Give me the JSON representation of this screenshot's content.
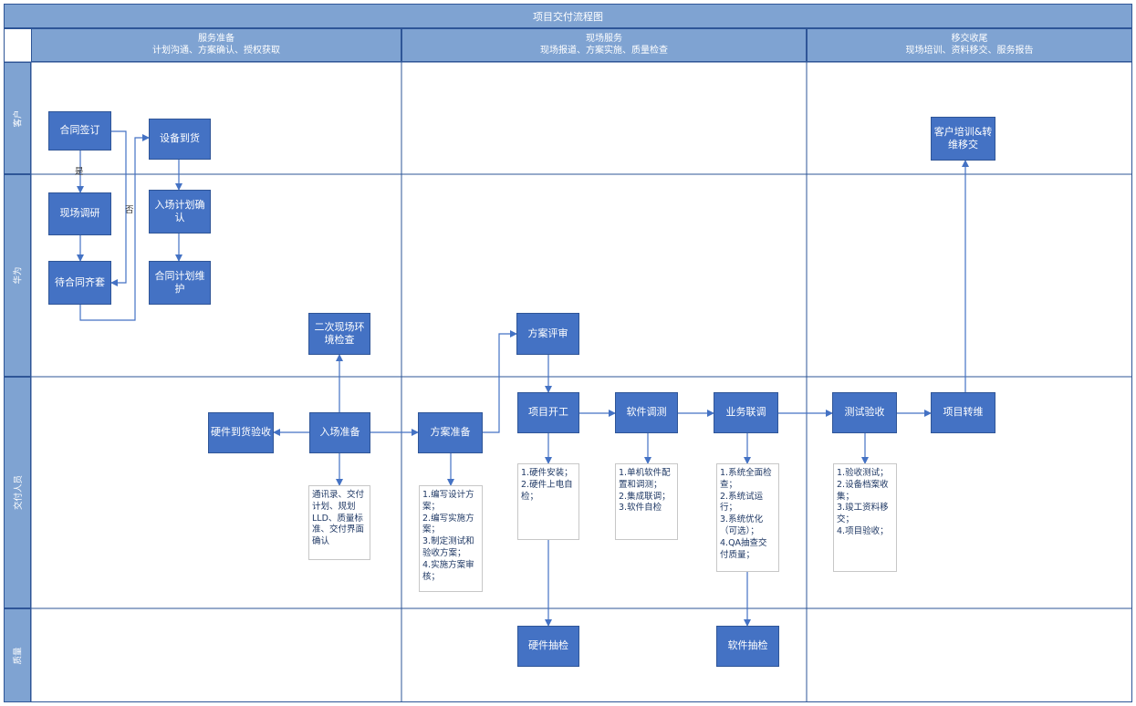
{
  "title": "项目交付流程图",
  "phases": [
    {
      "name": "服务准备",
      "sub": "计划沟通、方案确认、授权获取"
    },
    {
      "name": "现场服务",
      "sub": "现场报道、方案实施、质量检查"
    },
    {
      "name": "移交收尾",
      "sub": "现场培训、资料移交、服务报告"
    }
  ],
  "lanes": [
    "客户",
    "华为",
    "交付人员",
    "质量"
  ],
  "nodes": {
    "contract_sign": "合同签订",
    "equipment_arrival": "设备到货",
    "site_survey": "现场调研",
    "entry_plan_confirm": "入场计划确认",
    "await_contract": "待合同齐套",
    "contract_plan_maint": "合同计划维护",
    "second_site_check": "二次现场环境检查",
    "hw_arrival_check": "硬件到货验收",
    "entry_prep": "入场准备",
    "solution_prep": "方案准备",
    "solution_review": "方案评审",
    "project_start": "项目开工",
    "sw_debug": "软件调测",
    "service_integration": "业务联调",
    "test_acceptance": "测试验收",
    "project_transfer": "项目转维",
    "customer_training": "客户培训&转维移交",
    "hw_sampling": "硬件抽检",
    "sw_sampling": "软件抽检"
  },
  "notes": {
    "entry_prep": "通讯录、交付计划、规划LLD、质量标准、交付界面确认",
    "solution_prep": "1.编写设计方案；\n2.编写实施方案；\n3.制定测试和验收方案；\n4.实施方案审核；",
    "project_start": "1.硬件安装；\n2.硬件上电自检；",
    "sw_debug": "1.单机软件配置和调测；\n2.集成联调；\n3.软件自检",
    "service_integration": "1.系统全面检查；\n2.系统试运行；\n3.系统优化（可选）；\n4.QA抽查交付质量；",
    "test_acceptance": "1.验收测试；\n2.设备档案收集；\n3.竣工资料移交；\n4.项目验收；"
  },
  "edge_labels": {
    "yes": "是",
    "no": "否"
  },
  "colors": {
    "header": "#7fa3d2",
    "box": "#4472c4",
    "line": "#2e5597",
    "arrow": "#4472c4"
  }
}
